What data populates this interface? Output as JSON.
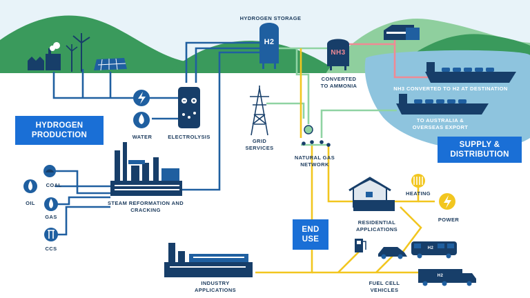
{
  "labels": {
    "hydrogen_storage": "HYDROGEN STORAGE",
    "h2_tank": "H2",
    "nh3_tank": "NH3",
    "converted_line1": "CONVERTED",
    "converted_line2": "TO AMMONIA",
    "nh3_converted": "NH3 CONVERTED TO H2 AT DESTINATION",
    "export_line1": "TO AUSTRALIA &",
    "export_line2": "OVERSEAS EXPORT",
    "water": "WATER",
    "electrolysis": "ELECTROLYSIS",
    "grid_line1": "GRID",
    "grid_line2": "SERVICES",
    "natgas_line1": "NATURAL GAS",
    "natgas_line2": "NETWORK",
    "coal": "COAL",
    "oil": "OIL",
    "gas": "GAS",
    "ccs": "CCS",
    "steam_line1": "STEAM REFORMATION AND",
    "steam_line2": "CRACKING",
    "heating": "HEATING",
    "power": "POWER",
    "residential_line1": "RESIDENTIAL",
    "residential_line2": "APPLICATIONS",
    "industry_line1": "INDUSTRY",
    "industry_line2": "APPLICATIONS",
    "fuelcell_line1": "FUEL CELL",
    "fuelcell_line2": "VEHICLES",
    "bus_h2": "H2",
    "truck_h2": "H2"
  },
  "boxes": {
    "production_line1": "HYDROGEN",
    "production_line2": "PRODUCTION",
    "supply_line1": "SUPPLY &",
    "supply_line2": "DISTRIBUTION",
    "enduse_line1": "END",
    "enduse_line2": "USE"
  },
  "colors": {
    "hills_dark": "#3a9a5c",
    "hills_light": "#8fcf9e",
    "sky": "#e6f2f8",
    "sea": "#8ec4de",
    "navy": "#173e69",
    "blue_pipe": "#1f5fa0",
    "green_pipe": "#8fd3a2",
    "yellow_pipe": "#f2c61f",
    "pink_pipe": "#ef8a94",
    "box_blue": "#1a6fd6"
  }
}
